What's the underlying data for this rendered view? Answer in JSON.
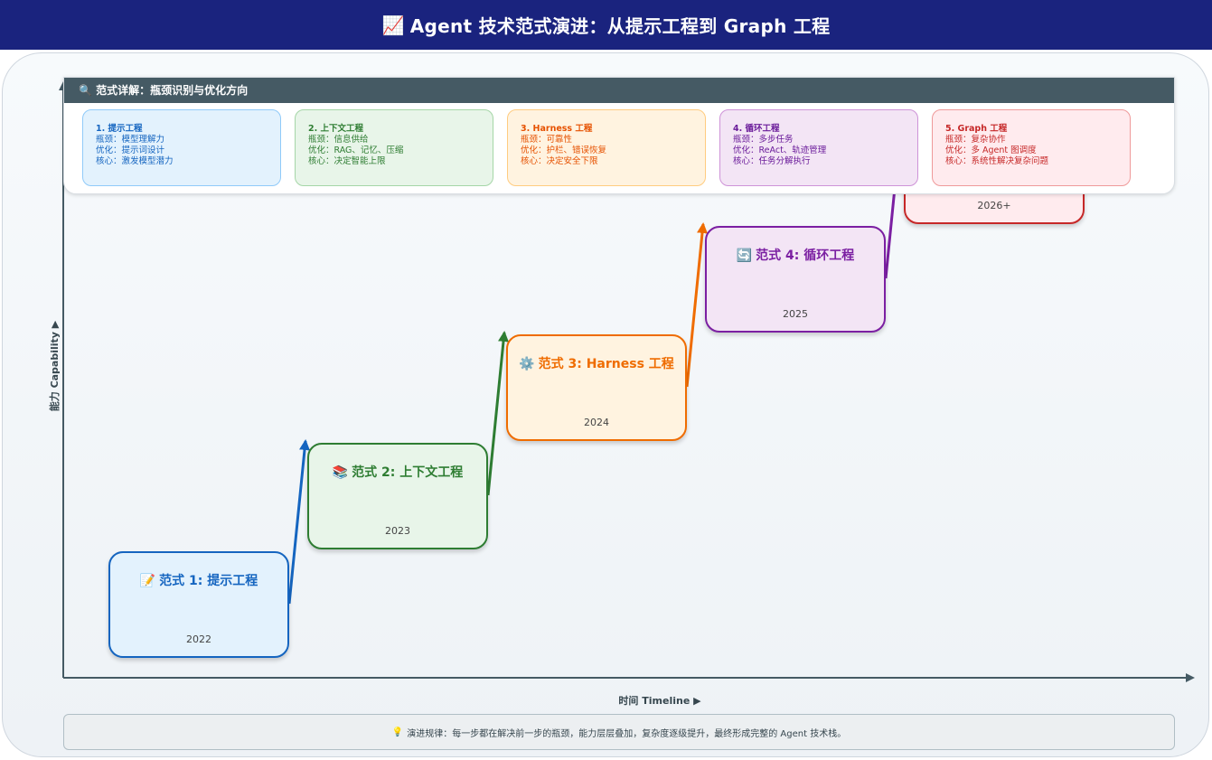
{
  "header": {
    "icon": "📈",
    "title": "Agent 技术范式演进：从提示工程到 Graph 工程"
  },
  "axes": {
    "y_label": "能力 Capability ▶",
    "x_label": "时间 Timeline ▶"
  },
  "steps": [
    {
      "icon": "📝",
      "title": "范式 1: 提示工程",
      "year": "2022",
      "color": "#1565c0",
      "fill": "#e3f2fd"
    },
    {
      "icon": "📚",
      "title": "范式 2: 上下文工程",
      "year": "2023",
      "color": "#2e7d32",
      "fill": "#e8f5e9"
    },
    {
      "icon": "⚙️",
      "title": "范式 3: Harness 工程",
      "year": "2024",
      "color": "#ef6c00",
      "fill": "#fff3e0"
    },
    {
      "icon": "🔄",
      "title": "范式 4: 循环工程",
      "year": "2025",
      "color": "#7b1fa2",
      "fill": "#f3e5f5"
    },
    {
      "icon": "",
      "title": "",
      "year": "2026+",
      "color": "#c62828",
      "fill": "#ffebee"
    }
  ],
  "detail": {
    "icon": "🔍",
    "title": "范式详解：瓶颈识别与优化方向",
    "cards": [
      {
        "title": "1. 提示工程",
        "l1": "瓶颈：模型理解力",
        "l2": "优化：提示词设计",
        "l3": "核心：激发模型潜力",
        "color": "#1565c0",
        "fill": "#e3f2fd",
        "border": "#90caf9"
      },
      {
        "title": "2. 上下文工程",
        "l1": "瓶颈：信息供给",
        "l2": "优化：RAG、记忆、压缩",
        "l3": "核心：决定智能上限",
        "color": "#2e7d32",
        "fill": "#e8f5e9",
        "border": "#a5d6a7"
      },
      {
        "title": "3. Harness 工程",
        "l1": "瓶颈：可靠性",
        "l2": "优化：护栏、错误恢复",
        "l3": "核心：决定安全下限",
        "color": "#e65100",
        "fill": "#fff3e0",
        "border": "#ffcc80"
      },
      {
        "title": "4. 循环工程",
        "l1": "瓶颈：多步任务",
        "l2": "优化：ReAct、轨迹管理",
        "l3": "核心：任务分解执行",
        "color": "#6a1b9a",
        "fill": "#f3e5f5",
        "border": "#ce93d8"
      },
      {
        "title": "5. Graph 工程",
        "l1": "瓶颈：复杂协作",
        "l2": "优化：多 Agent 图调度",
        "l3": "核心：系统性解决复杂问题",
        "color": "#c62828",
        "fill": "#ffebee",
        "border": "#ef9a9a"
      }
    ]
  },
  "footer": {
    "icon": "💡",
    "text": "演进规律：每一步都在解决前一步的瓶颈，能力层层叠加，复杂度逐级提升，最终形成完整的 Agent 技术栈。"
  }
}
